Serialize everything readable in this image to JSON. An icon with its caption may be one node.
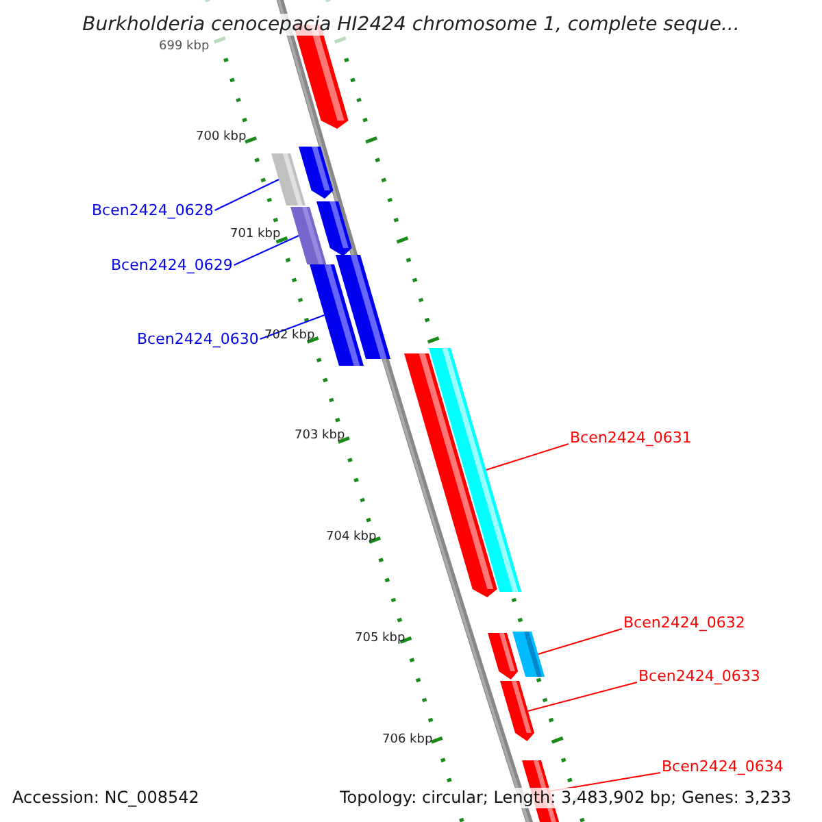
{
  "diagram": {
    "title": "Burkholderia cenocepacia HI2424 chromosome 1, complete seque...",
    "nodes": [
      {
        "text": [
          "Bcen2424_0628"
        ]
      },
      {
        "text": [
          "Bcen2424_0629"
        ]
      },
      {
        "text": [
          "Bcen2424_0630"
        ]
      },
      {
        "text": [
          "Bcen2424_0631"
        ]
      },
      {
        "text": [
          "Bcen2424_0632"
        ]
      },
      {
        "text": [
          "Bcen2424_0633"
        ]
      },
      {
        "text": [
          "Bcen2424_0634"
        ]
      },
      {
        "text": [],
        "shape": "bar"
      },
      {
        "text": [],
        "shape": "bar"
      },
      {
        "text": [],
        "shape": "bar"
      },
      {
        "text": [],
        "shape": "bar"
      },
      {
        "text": [],
        "shape": "bar"
      },
      {
        "text": [],
        "shape": "bar"
      },
      {
        "text": [],
        "shape": "bar"
      },
      {
        "text": [],
        "shape": "bar"
      },
      {
        "text": [],
        "shape": "bar"
      },
      {
        "text": [],
        "shape": "bar"
      },
      {
        "text": [],
        "shape": "bar"
      },
      {
        "text": [],
        "shape": "bar"
      },
      {
        "text": [],
        "shape": "bar"
      }
    ],
    "edges": [
      {
        "from": 0,
        "to": 8,
        "arrow": "none",
        "color": "#0000ff"
      },
      {
        "from": 1,
        "to": 10,
        "arrow": "none",
        "color": "#0000ff"
      },
      {
        "from": 2,
        "to": 12,
        "arrow": "none",
        "color": "#0000ff"
      },
      {
        "from": 3,
        "to": 15,
        "arrow": "none"
      },
      {
        "from": 4,
        "to": 17,
        "arrow": "none"
      },
      {
        "from": 5,
        "to": 18,
        "arrow": "none"
      },
      {
        "from": 6,
        "to": 19,
        "arrow": "none"
      }
    ],
    "labels": [
      "699 kbp",
      "700 kbp",
      "701 kbp",
      "702 kbp",
      "703 kbp",
      "704 kbp",
      "705 kbp",
      "706 kbp",
      "Accession: NC_008542",
      "Topology: circular; Length: 3,483,902 bp; Genes: 3,233"
    ]
  }
}
